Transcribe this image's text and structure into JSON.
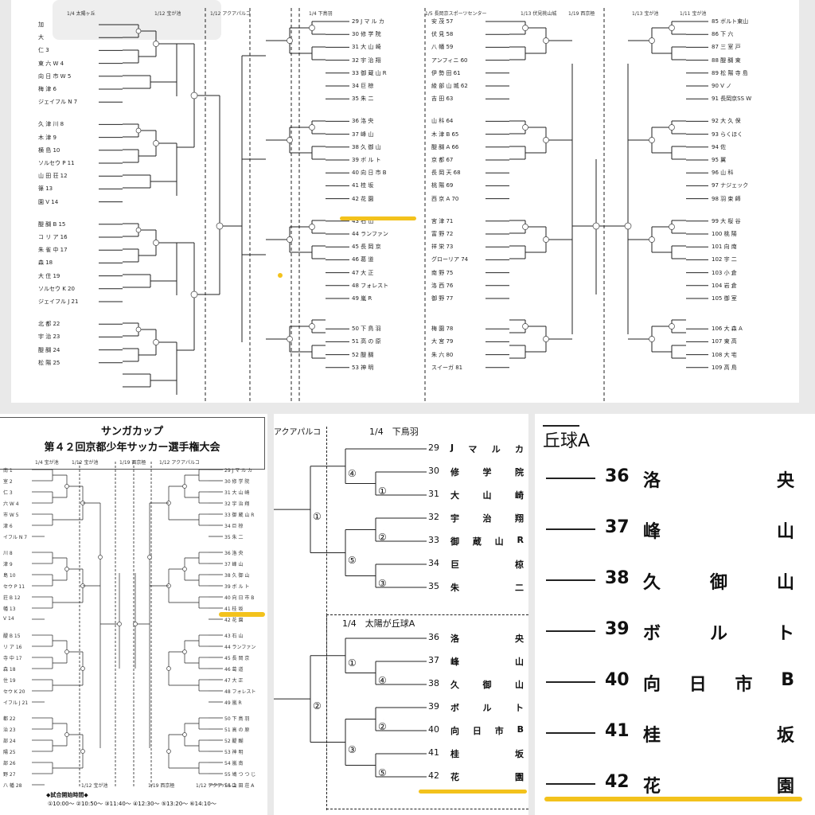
{
  "top": {
    "venues": [
      "1/4 太陽ヶ丘",
      "1/12 宝が池",
      "1/12 アクアパルコ",
      "1/4 下鳥羽",
      "1/5 長岡京スポーツセンター",
      "1/13 伏見桃山城",
      "1/19 西京極",
      "1/13 宝が池",
      "1/11 宝が池"
    ],
    "left_teams": [
      "加",
      "大",
      "仁 3",
      "東 六 W 4",
      "向 日 市 W 5",
      "梅 津 6",
      "ジェイフル N 7",
      "久 津 川 8",
      "木 津 9",
      "横 島 10",
      "ソルセウ P 11",
      "山 田 荘 12",
      "篠 13",
      "園 V 14",
      "醍 醐 B 15",
      "コ リ ア 16",
      "朱 雀 中 17",
      "森 18",
      "大 住 19",
      "ソルセウ K 20",
      "ジェイフル J 21",
      "北 都 22",
      "宇 治 23",
      "醍 醐 24",
      "松 陽 25"
    ],
    "center_teams": [
      "29 J マ ル カ",
      "30 修 学 院",
      "31 大 山 崎",
      "32 宇 治 翔",
      "33 御 蔵 山 R",
      "34 巨 椋",
      "35 朱 二",
      "36 洛 央",
      "37 峰 山",
      "38 久 御 山",
      "39 ボ ル ト",
      "40 向 日 市 B",
      "41 桂 坂",
      "42 花 園",
      "43 石 山",
      "44 ランファン",
      "45 長 岡 京",
      "46 葛 道",
      "47 大 正",
      "48 フォレスト",
      "49 嵐 R",
      "50 下 鳥 羽",
      "51 高 の 原",
      "52 醍 醐",
      "53 神 明"
    ],
    "right_left_teams": [
      "安 茂 57",
      "伏 見 58",
      "八 幡 59",
      "アンフィニ 60",
      "伊 勢 田 61",
      "綾 部 山 城 62",
      "吉 田 63",
      "山 科 64",
      "木 津 B 65",
      "醍 醐 A 66",
      "京 都 67",
      "長 岡 天 68",
      "桃 陽 69",
      "西 京 A 70",
      "宮 津 71",
      "富 野 72",
      "祥 栄 73",
      "グローリア 74",
      "南 野 75",
      "洛 西 76",
      "御 野 77",
      "梅 園 78",
      "大 宮 79",
      "朱 六 80",
      "スイーガ 81"
    ],
    "right_teams": [
      "85 ボルト東山",
      "86 下 六",
      "87 三 室 戸",
      "88 醍 醐 東",
      "89 松 陽 寺 島",
      "90 V ノ",
      "91 長岡京SS W",
      "92 大 久 保",
      "93 らくほく",
      "94 佐",
      "95 翼",
      "96 山 科",
      "97 ナジェック",
      "98 羽 束 師",
      "99 大 桜 谷",
      "100 桃 陽",
      "101 向 南",
      "102 宇 二",
      "103 小 倉",
      "104 岩 倉",
      "105 御 室",
      "106 大 森 A",
      "107 東 高",
      "108 大 宅",
      "109 高 鳥"
    ]
  },
  "flyer": {
    "title1": "サンガカップ",
    "title2": "第４２回京都少年サッカー選手権大会",
    "header_dates": [
      "1/4 宝が池",
      "1/12 宝が池",
      "1/19 西京極",
      "1/12 アクアパルコ"
    ],
    "left_entries": [
      "南 1",
      "室 2",
      "仁 3",
      "六 W 4",
      "市 W 5",
      "津 6",
      "イフル N 7",
      "川 8",
      "津 9",
      "島 10",
      "セウ P 11",
      "荘 B 12",
      "幡 13",
      "V 14",
      "醍 B 15",
      "リ ア 16",
      "寺 中 17",
      "森 18",
      "住 19",
      "セウ K 20",
      "イフル J 21",
      "都 22",
      "治 23",
      "部 24",
      "陽 25",
      "部 26",
      "野 27",
      "八 幡 28"
    ],
    "right_entries": [
      "29 J マ ル カ",
      "30 修 学 院",
      "31 大 山 崎",
      "32 宇 治 翔",
      "33 御 蔵 山 R",
      "34 巨 椋",
      "35 朱 二",
      "36 洛 央",
      "37 峰 山",
      "38 久 御 山",
      "39 ボ ル ト",
      "40 向 日 市 B",
      "41 桂 坂",
      "42 花 園",
      "43 石 山",
      "44 ランファン",
      "45 長 岡 京",
      "46 葛 道",
      "47 大 正",
      "48 フォレスト",
      "49 嵐 R",
      "50 下 鳥 羽",
      "51 高 の 原",
      "52 醍 醐",
      "53 神 明",
      "54 嵐 南",
      "55 鳩 つ つ じ",
      "56 山 田 荘 A"
    ],
    "footer_dates": [
      "1/12 宝が池",
      "1/19 西京極",
      "1/12 アクアパルコ"
    ],
    "schedule_label": "◆試合開始時間◆",
    "schedule": "①10:00～ ②10:50～ ③11:40～ ④12:30～ ⑤13:20～ ⑥14:10～"
  },
  "zoom": {
    "venue_top": "アクアパルコ",
    "group1_header": "1/4　下鳥羽",
    "group2_header": "1/4　太陽が丘球A",
    "group1": [
      {
        "num": "29",
        "parts": [
          "J",
          "マ",
          "ル",
          "カ"
        ]
      },
      {
        "num": "30",
        "parts": [
          "修",
          "学",
          "院"
        ]
      },
      {
        "num": "31",
        "parts": [
          "大",
          "山",
          "崎"
        ]
      },
      {
        "num": "32",
        "parts": [
          "宇",
          "治",
          "翔"
        ]
      },
      {
        "num": "33",
        "parts": [
          "御",
          "蔵",
          "山",
          "R"
        ]
      },
      {
        "num": "34",
        "parts": [
          "巨",
          "椋"
        ]
      },
      {
        "num": "35",
        "parts": [
          "朱",
          "二"
        ]
      }
    ],
    "group2": [
      {
        "num": "36",
        "parts": [
          "洛",
          "央"
        ]
      },
      {
        "num": "37",
        "parts": [
          "峰",
          "山"
        ]
      },
      {
        "num": "38",
        "parts": [
          "久",
          "御",
          "山"
        ]
      },
      {
        "num": "39",
        "parts": [
          "ボ",
          "ル",
          "ト"
        ]
      },
      {
        "num": "40",
        "parts": [
          "向",
          "日",
          "市",
          "B"
        ]
      },
      {
        "num": "41",
        "parts": [
          "桂",
          "坂"
        ]
      },
      {
        "num": "42",
        "parts": [
          "花",
          "園"
        ]
      }
    ],
    "g1_circles": [
      "④",
      "①",
      "②",
      "⑤",
      "③",
      "①"
    ],
    "g2_circles": [
      "①",
      "④",
      "②",
      "③",
      "⑤",
      "②"
    ]
  },
  "big": {
    "header": "丘球A",
    "teams": [
      {
        "num": "36",
        "parts": [
          "洛",
          "央"
        ]
      },
      {
        "num": "37",
        "parts": [
          "峰",
          "山"
        ]
      },
      {
        "num": "38",
        "parts": [
          "久",
          "御",
          "山"
        ]
      },
      {
        "num": "39",
        "parts": [
          "ボ",
          "ル",
          "ト"
        ]
      },
      {
        "num": "40",
        "parts": [
          "向",
          "日",
          "市",
          "B"
        ]
      },
      {
        "num": "41",
        "parts": [
          "桂",
          "坂"
        ]
      },
      {
        "num": "42",
        "parts": [
          "花",
          "園"
        ]
      }
    ]
  },
  "highlight_color": "#f3c21c"
}
